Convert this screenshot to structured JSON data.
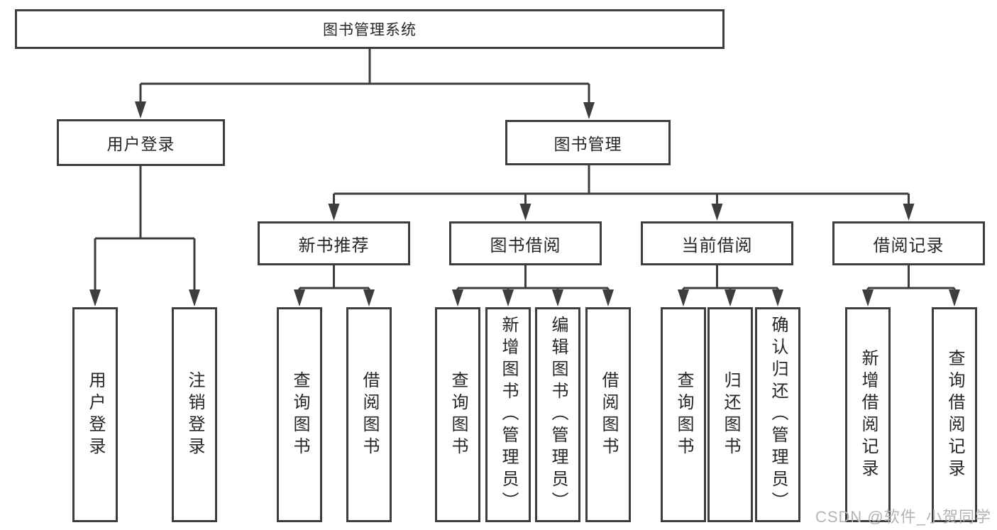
{
  "diagram": {
    "root": {
      "label": "图书管理系统"
    },
    "branches": {
      "user_login": {
        "label": "用户登录",
        "children": [
          "用户登录",
          "注销登录"
        ]
      },
      "book_management": {
        "label": "图书管理"
      }
    },
    "sections": {
      "new_books": {
        "label": "新书推荐",
        "children": [
          "查询图书",
          "借阅图书"
        ]
      },
      "book_borrowing": {
        "label": "图书借阅",
        "children": [
          "查询图书",
          "新增图书（管理员）",
          "编辑图书（管理员）",
          "借阅图书"
        ]
      },
      "current_borrowing": {
        "label": "当前借阅",
        "children": [
          "查询图书",
          "归还图书",
          "确认归还（管理员）"
        ]
      },
      "borrowing_records": {
        "label": "借阅记录",
        "children": [
          "新增借阅记录",
          "查询借阅记录"
        ]
      }
    }
  },
  "watermark": "CSDN @软件_小贺同学",
  "colors": {
    "box_border": "#3d3d3d",
    "connector": "#3d3d3d",
    "text": "#262626",
    "watermark": "#b3b3b3",
    "background": "#ffffff"
  }
}
